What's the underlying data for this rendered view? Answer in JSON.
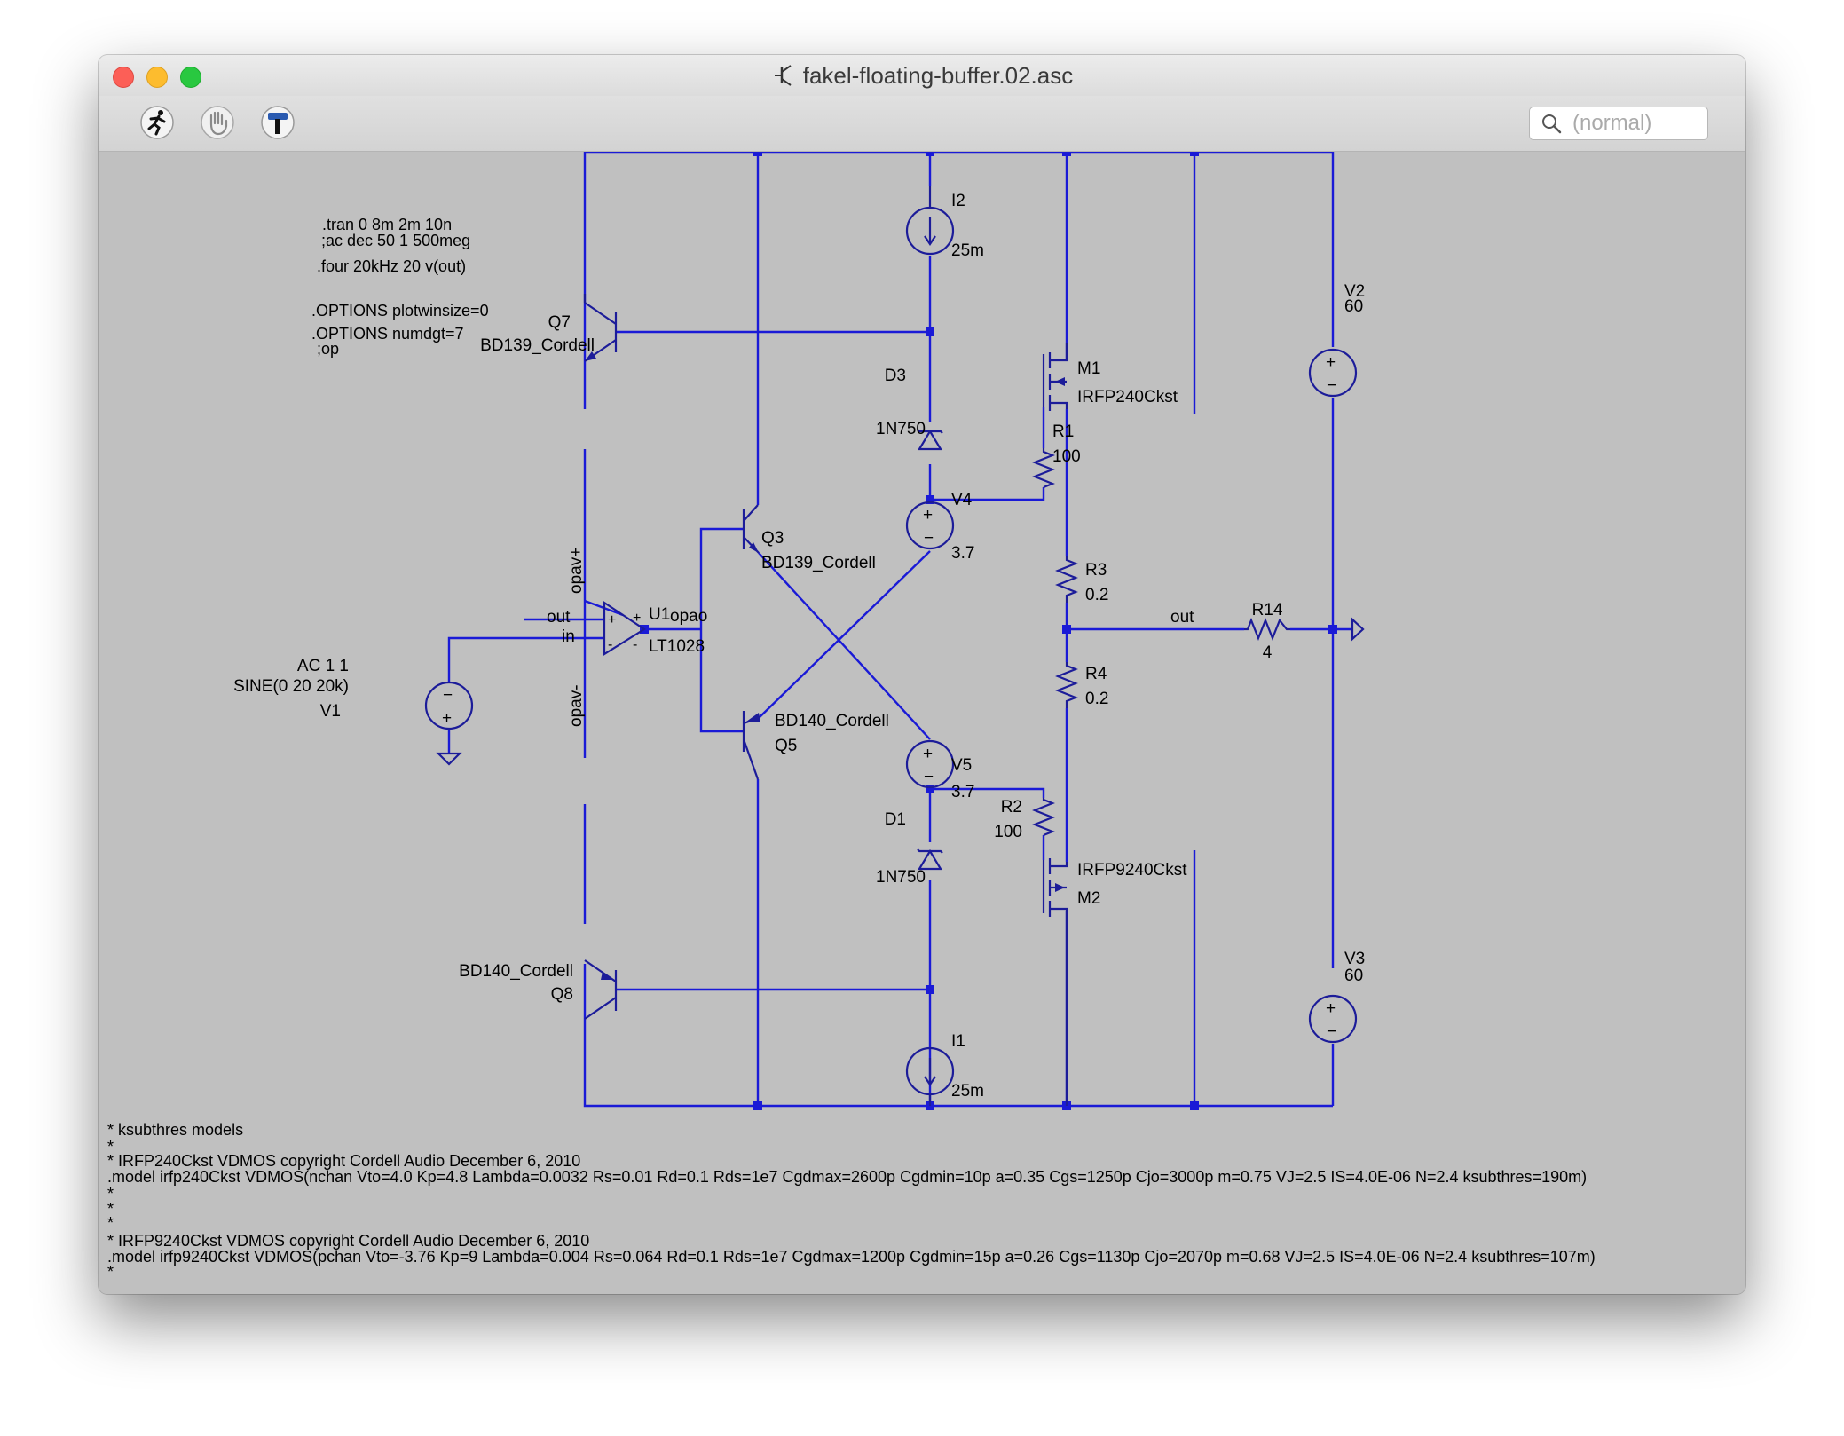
{
  "window": {
    "title": "fakel-floating-buffer.02.asc"
  },
  "toolbar": {
    "search_placeholder": "(normal)"
  },
  "directives": {
    "tran": ".tran 0 8m 2m 10n",
    "ac": ";ac dec 50 1 500meg",
    "four": ".four 20kHz 20 v(out)",
    "opt1": ".OPTIONS plotwinsize=0",
    "opt2": ".OPTIONS numdgt=7",
    "op": ";op"
  },
  "components": {
    "q7": {
      "name": "Q7",
      "model": "BD139_Cordell"
    },
    "q3": {
      "name": "Q3",
      "model": "BD139_Cordell"
    },
    "q5": {
      "name": "Q5",
      "model": "BD140_Cordell"
    },
    "q8": {
      "name": "Q8",
      "model": "BD140_Cordell"
    },
    "i2": {
      "name": "I2",
      "value": "25m"
    },
    "i1": {
      "name": "I1",
      "value": "25m"
    },
    "d3": {
      "name": "D3",
      "model": "1N750"
    },
    "d1": {
      "name": "D1",
      "model": "1N750"
    },
    "v4": {
      "name": "V4",
      "value": "3.7"
    },
    "v5": {
      "name": "V5",
      "value": "3.7"
    },
    "m1": {
      "name": "M1",
      "model": "IRFP240Ckst"
    },
    "m2": {
      "name": "M2",
      "model": "IRFP9240Ckst"
    },
    "r1": {
      "name": "R1",
      "value": "100"
    },
    "r2": {
      "name": "R2",
      "value": "100"
    },
    "r3": {
      "name": "R3",
      "value": "0.2"
    },
    "r4": {
      "name": "R4",
      "value": "0.2"
    },
    "r14": {
      "name": "R14",
      "value": "4"
    },
    "v2": {
      "name": "V2",
      "value": "60"
    },
    "v3": {
      "name": "V3",
      "value": "60"
    },
    "u1": {
      "name": "U1",
      "model": "LT1028"
    },
    "v1": {
      "name": "V1",
      "ac": "AC 1 1",
      "sine": "SINE(0 20 20k)"
    }
  },
  "nets": {
    "out_left": "out",
    "in": "in",
    "opao": "opao",
    "opav_plus": "opav+",
    "opav_minus": "opav-",
    "out_right": "out"
  },
  "model_text": {
    "l1": "* ksubthres models",
    "l2": "*",
    "l3": "* IRFP240Ckst VDMOS copyright Cordell Audio December 6, 2010",
    "l4": ".model irfp240Ckst VDMOS(nchan Vto=4.0 Kp=4.8 Lambda=0.0032 Rs=0.01 Rd=0.1 Rds=1e7 Cgdmax=2600p Cgdmin=10p a=0.35 Cgs=1250p Cjo=3000p m=0.75 VJ=2.5 IS=4.0E-06 N=2.4 ksubthres=190m)",
    "l5": "*",
    "l6": "*",
    "l7": "*",
    "l8": "* IRFP9240Ckst VDMOS copyright Cordell Audio December 6, 2010",
    "l9": ".model irfp9240Ckst VDMOS(pchan Vto=-3.76 Kp=9 Lambda=0.004 Rs=0.064 Rd=0.1 Rds=1e7 Cgdmax=1200p Cgdmin=15p a=0.26 Cgs=1130p Cjo=2070p m=0.68 VJ=2.5 IS=4.0E-06 N=2.4 ksubthres=107m)",
    "l10": "*"
  },
  "colors": {
    "wire": "#1a1ad6",
    "component": "#1c1c99",
    "background": "#c0c0c0"
  }
}
